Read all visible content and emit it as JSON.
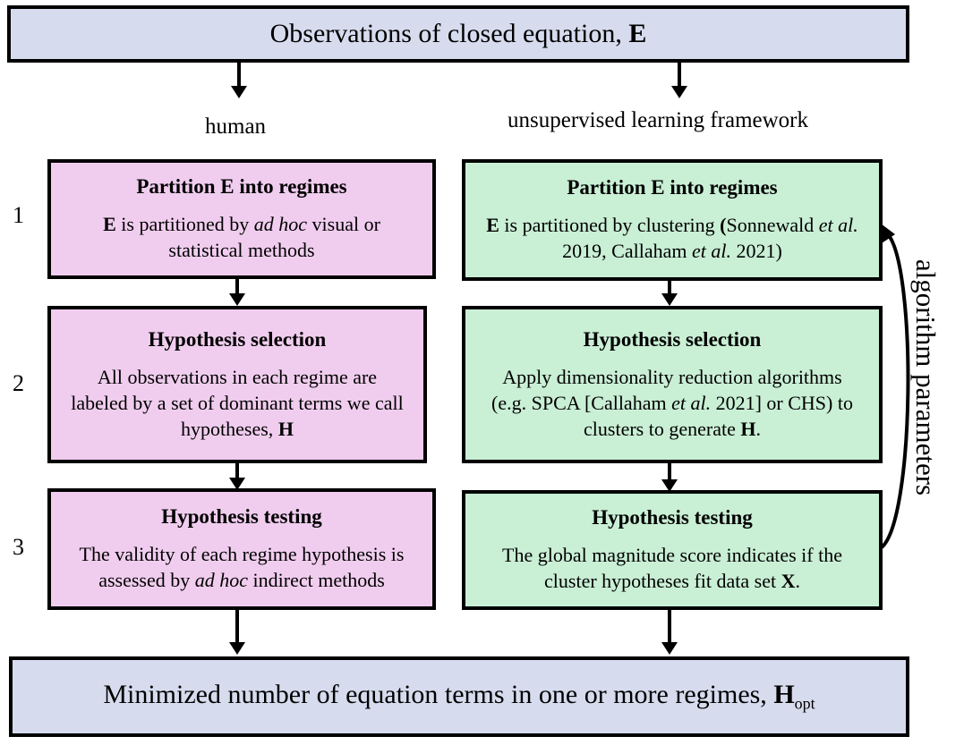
{
  "top": {
    "text": "Observations of closed equation, ",
    "symbol": "E"
  },
  "labels": {
    "human": "human",
    "framework": "unsupervised learning framework",
    "feedback": "algorithm parameters"
  },
  "step_numbers": [
    "1",
    "2",
    "3"
  ],
  "human_steps": [
    {
      "title": "Partition E into regimes",
      "b1": "E",
      "b2": " is partitioned by ",
      "b3": "ad hoc",
      "b4": " visual or statistical methods"
    },
    {
      "title": "Hypothesis selection",
      "b1": "All observations in each regime are labeled by a set of dominant terms we call hypotheses, ",
      "b2": "H"
    },
    {
      "title": "Hypothesis testing",
      "b1": "The validity of each regime hypothesis is assessed by ",
      "b2": "ad hoc",
      "b3": " indirect methods"
    }
  ],
  "ml_steps": [
    {
      "title": "Partition E into regimes",
      "b1": "E",
      "b2": " is partitioned by clustering ",
      "b3": "(",
      "b4": "Sonnewald ",
      "b5": "et al.",
      "b6": " 2019, Callaham ",
      "b7": "et al.",
      "b8": " 2021)"
    },
    {
      "title": "Hypothesis selection",
      "b1": "Apply dimensionality reduction algorithms (e.g. SPCA [Callaham ",
      "b2": "et al.",
      "b3": " 2021] or CHS) to clusters to generate ",
      "b4": "H",
      "b5": "."
    },
    {
      "title": "Hypothesis testing",
      "b1": "The global magnitude score indicates if the cluster hypotheses fit data set ",
      "b2": "X",
      "b3": "."
    }
  ],
  "bottom": {
    "text": "Minimized number of equation terms in one or more regimes, ",
    "symbol": "H",
    "subscript": "opt"
  }
}
